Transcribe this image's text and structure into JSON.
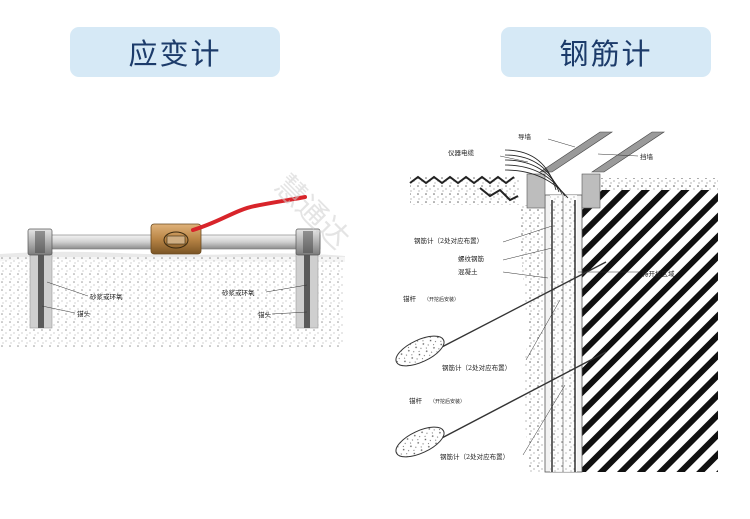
{
  "titles": {
    "left": "应变计",
    "right": "钢筋计"
  },
  "watermark": "慧通达",
  "left_labels": {
    "grout_left": "砂浆或环氧",
    "anchor_left": "锚头",
    "grout_right": "砂浆或环氧",
    "anchor_right": "锚头"
  },
  "right_labels": {
    "guide_wall": "导墙",
    "cable": "仪器电缆",
    "retaining_wall": "挡墙",
    "rebar_meter_1": "钢筋计（2处对应布置）",
    "thread_rebar": "螺纹钢筋",
    "concrete": "混凝土",
    "excavation_zone": "待开挖区域",
    "anchor_rod_1": "锚杆",
    "anchor_rod_1_note": "（开挖后安装）",
    "rebar_meter_2": "钢筋计（2处对应布置）",
    "anchor_rod_2": "锚杆",
    "anchor_rod_2_note": "（开挖后安装）",
    "rebar_meter_3": "钢筋计（2处对应布置）"
  },
  "colors": {
    "pill_bg": "#d6e9f6",
    "pill_text": "#1c3b6a",
    "cable_red": "#d8242a",
    "gauge_brown": "#b98546"
  }
}
